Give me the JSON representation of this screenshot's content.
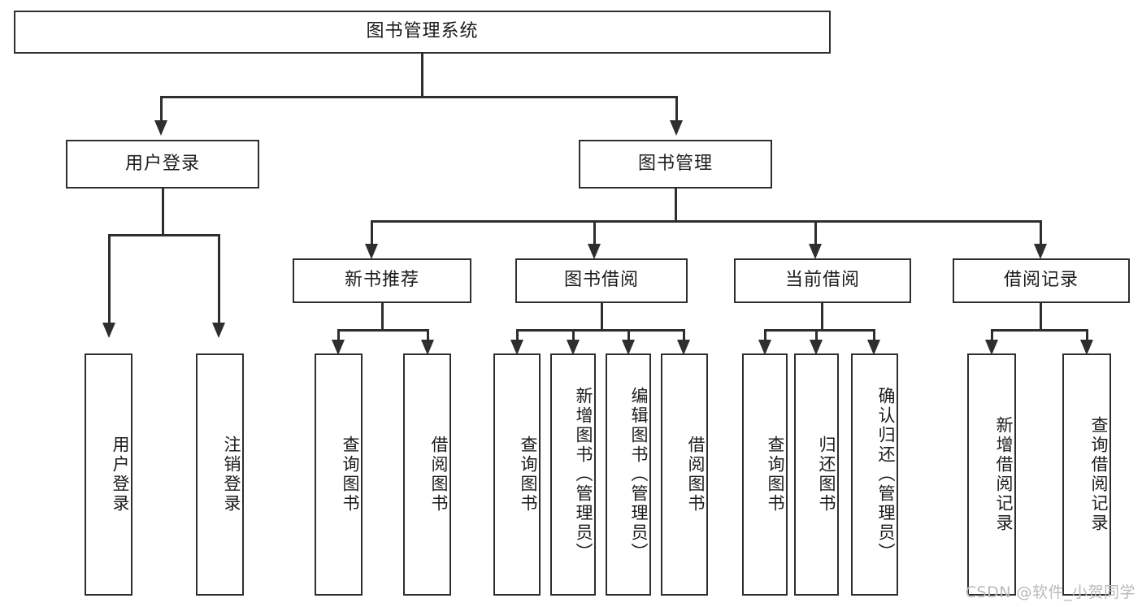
{
  "diagram": {
    "title": "图书管理系统",
    "watermark": "CSDN @软件_小贺同学",
    "colors": {
      "line": "#2e2e2e",
      "box_fill": "#ffffff",
      "text": "#1b1b1b",
      "watermark": "#b9b9b9",
      "background": "#ffffff"
    },
    "levels": {
      "root": {
        "label": "图书管理系统"
      },
      "level2": [
        {
          "label": "用户登录"
        },
        {
          "label": "图书管理"
        }
      ],
      "level3": [
        {
          "label": "新书推荐"
        },
        {
          "label": "图书借阅"
        },
        {
          "label": "当前借阅"
        },
        {
          "label": "借阅记录"
        }
      ],
      "leaves": {
        "user_login": [
          {
            "label": "用户登录"
          },
          {
            "label": "注销登录"
          }
        ],
        "new_book_recommend": [
          {
            "label": "查询图书"
          },
          {
            "label": "借阅图书"
          }
        ],
        "book_borrow": [
          {
            "label": "查询图书"
          },
          {
            "label": "新增图书（管理员）"
          },
          {
            "label": "编辑图书（管理员）"
          },
          {
            "label": "借阅图书"
          }
        ],
        "current_borrow": [
          {
            "label": "查询图书"
          },
          {
            "label": "归还图书"
          },
          {
            "label": "确认归还（管理员）"
          }
        ],
        "borrow_record": [
          {
            "label": "新增借阅记录"
          },
          {
            "label": "查询借阅记录"
          }
        ]
      }
    }
  }
}
